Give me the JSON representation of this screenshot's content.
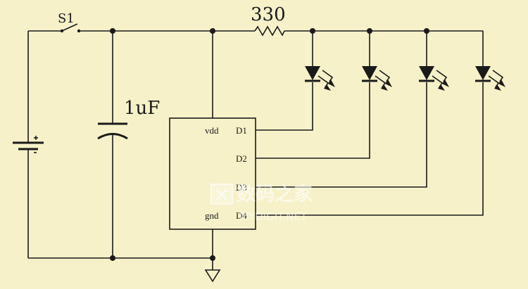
{
  "labels": {
    "switch": "S1",
    "resistor": "330",
    "capacitor": "1uF"
  },
  "ic": {
    "pins": {
      "vdd": "vdd",
      "gnd": "gnd",
      "d1": "D1",
      "d2": "D2",
      "d3": "D3",
      "d4": "D4"
    }
  },
  "watermark": {
    "cn": "数码之家",
    "en": "MYDIGIT.NET"
  },
  "colors": {
    "background": "#f6f1c8",
    "ink": "#1a1a1a"
  }
}
